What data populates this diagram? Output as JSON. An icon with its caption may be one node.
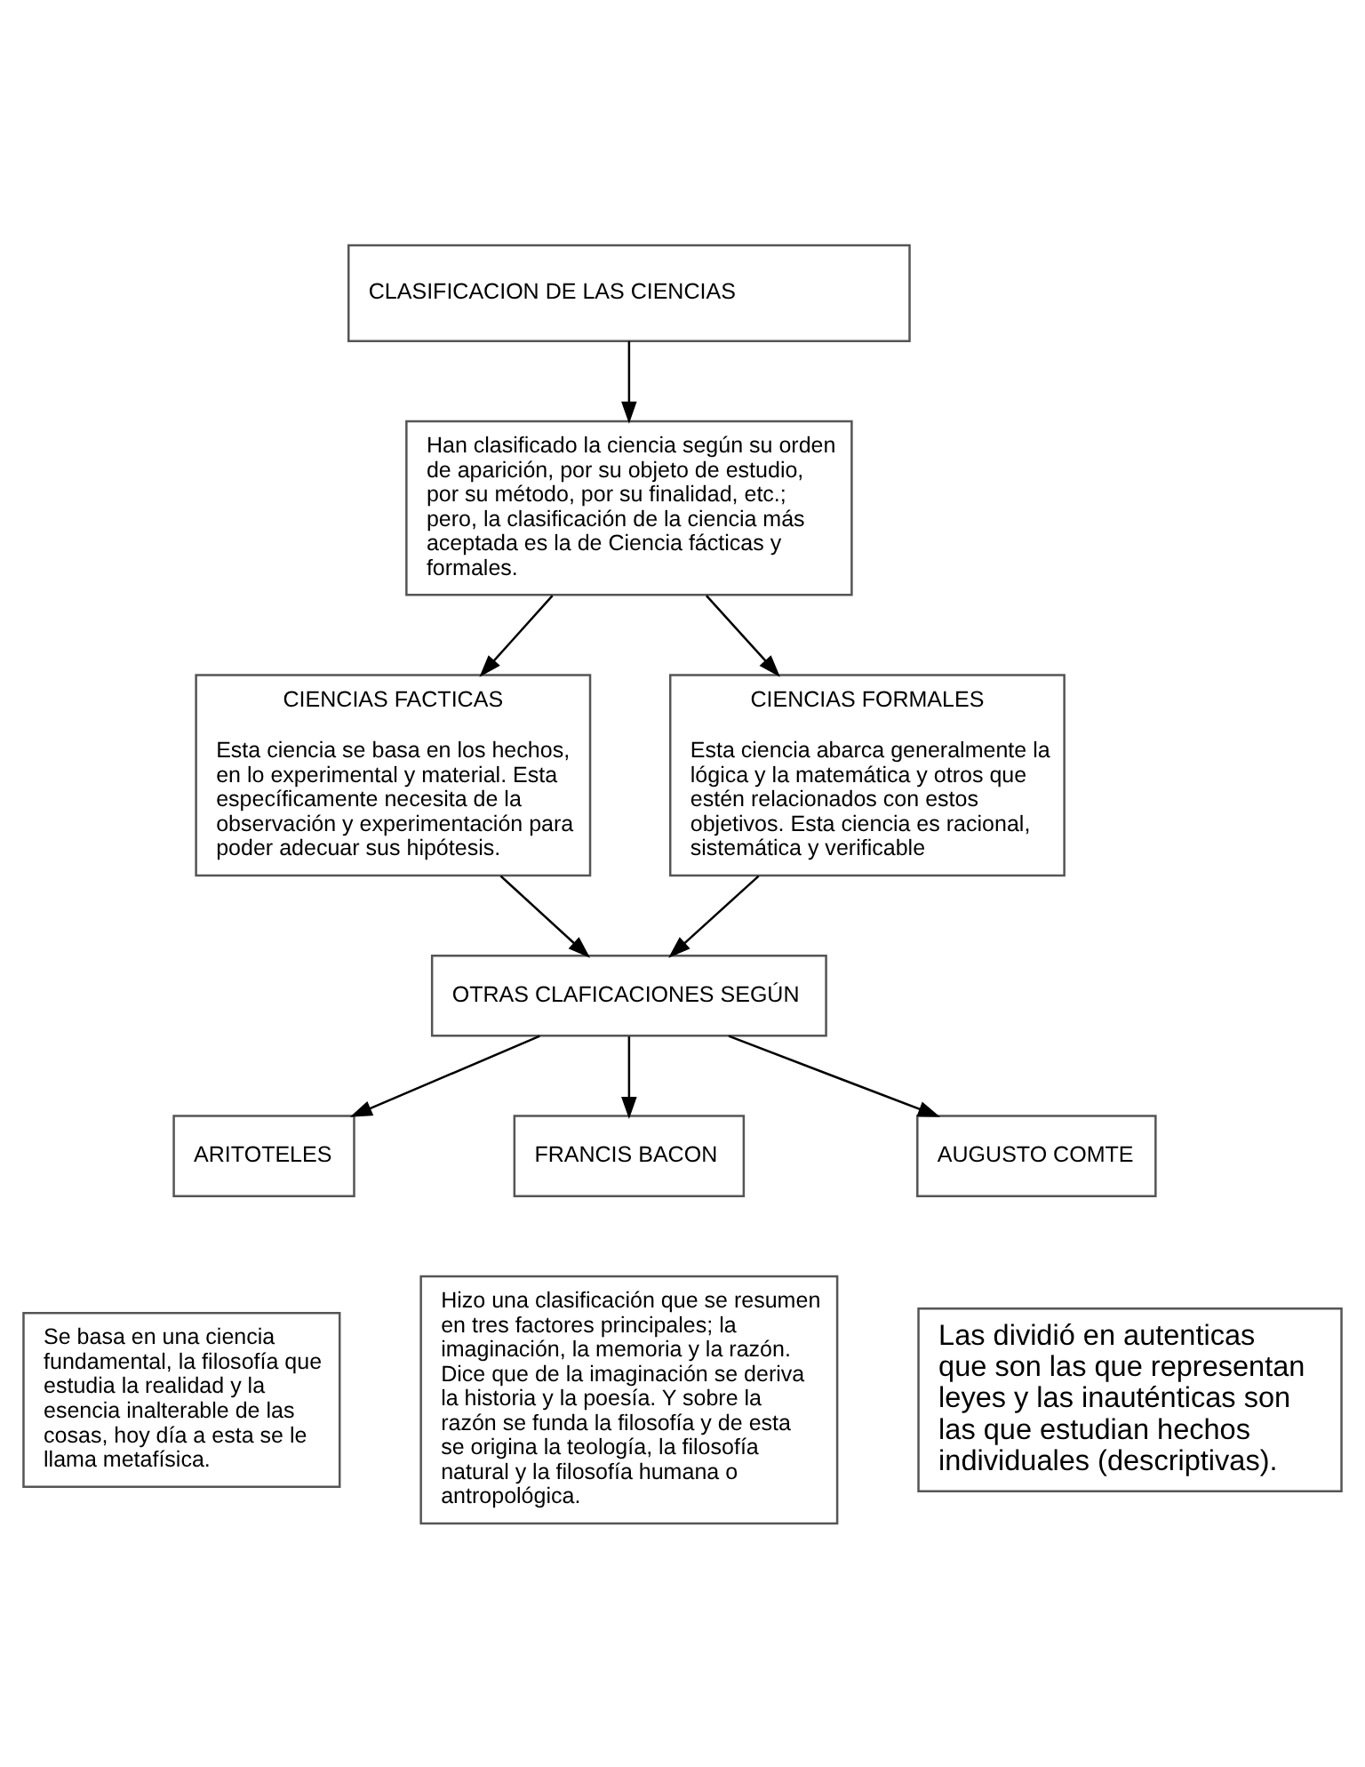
{
  "diagram": {
    "nodes": [
      {
        "text": [
          "CLASIFICACION DE LAS CIENCIAS"
        ]
      },
      {
        "text": [
          "Han clasificado la ciencia según su orden de aparición, por su objeto de estudio, por su método, por su finalidad, etc.; pero, la clasificación de la ciencia más aceptada es la de Ciencia fácticas y formales."
        ]
      },
      {
        "text": [
          "CIENCIAS FACTICAS",
          "Esta ciencia se basa en los hechos, en lo experimental y material. Esta específicamente necesita de la observación y experimentación para poder adecuar sus hipótesis."
        ]
      },
      {
        "text": [
          "CIENCIAS FORMALES",
          "Esta ciencia abarca generalmente la lógica y la matemática y otros que estén relacionados con estos objetivos. Esta ciencia es racional, sistemática y verificable"
        ]
      },
      {
        "text": [
          "OTRAS CLAFICACIONES SEGÚN"
        ]
      },
      {
        "text": [
          "ARITOTELES"
        ]
      },
      {
        "text": [
          "FRANCIS BACON"
        ]
      },
      {
        "text": [
          "AUGUSTO COMTE"
        ]
      },
      {
        "text": [
          "Se basa en una ciencia fundamental, la filosofía que estudia la realidad y la esencia inalterable de las cosas, hoy día a esta se le llama metafísica."
        ]
      },
      {
        "text": [
          "Hizo una clasificación que se resumen en tres factores principales; la imaginación, la memoria y la razón. Dice que de la imaginación se deriva la historia y la poesía. Y sobre la razón se funda la filosofía y de esta se origina la teología, la filosofía natural y la filosofía humana o antropológica."
        ]
      },
      {
        "text": [
          "Las dividió en autenticas que son las que representan leyes y las inauténticas son las que estudian hechos individuales (descriptivas)."
        ]
      }
    ],
    "edges": [
      {
        "from": 0,
        "to": 1,
        "arrow": "to"
      },
      {
        "from": 1,
        "to": 2,
        "arrow": "to"
      },
      {
        "from": 1,
        "to": 3,
        "arrow": "to"
      },
      {
        "from": 2,
        "to": 4,
        "arrow": "to"
      },
      {
        "from": 3,
        "to": 4,
        "arrow": "to"
      },
      {
        "from": 4,
        "to": 5,
        "arrow": "to"
      },
      {
        "from": 4,
        "to": 6,
        "arrow": "to"
      },
      {
        "from": 4,
        "to": 7,
        "arrow": "to"
      }
    ]
  }
}
